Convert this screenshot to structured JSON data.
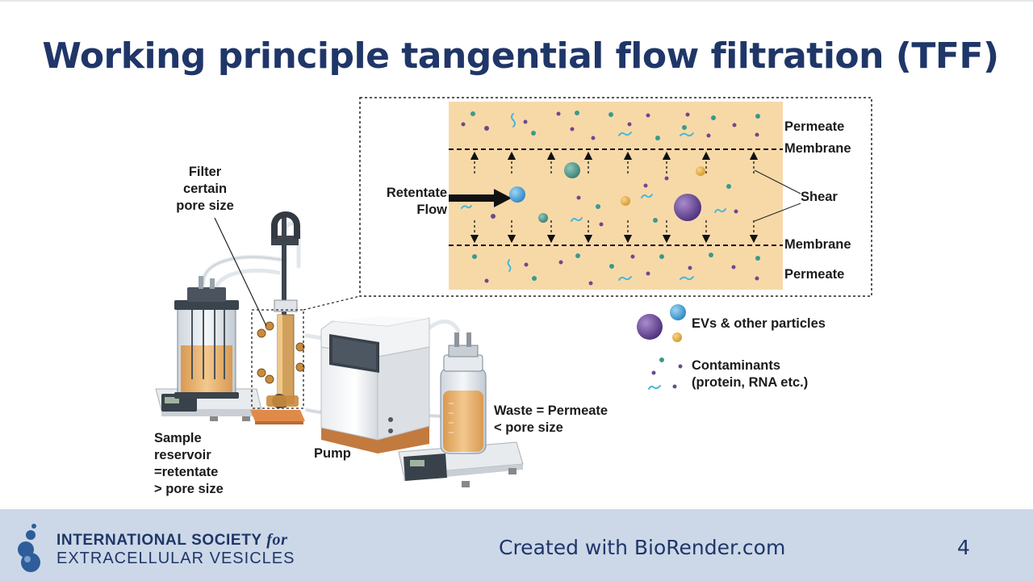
{
  "slide": {
    "title": "Working principle tangential flow filtration (TFF)",
    "page_number": "4"
  },
  "detail": {
    "permeate_top": "Permeate",
    "membrane_top": "Membrane",
    "shear": "Shear",
    "membrane_bottom": "Membrane",
    "permeate_bottom": "Permeate",
    "retentate_flow": [
      "Retentate",
      "Flow"
    ]
  },
  "legend": {
    "evs": "EVs & other particles",
    "contaminants": [
      "Contaminants",
      "(protein, RNA etc.)"
    ]
  },
  "setup": {
    "filter": [
      "Filter",
      "certain",
      "pore size"
    ],
    "sample": [
      "Sample",
      "reservoir",
      "=retentate",
      "> pore size"
    ],
    "pump": "Pump",
    "waste": [
      "Waste = Permeate",
      "< pore size"
    ]
  },
  "footer": {
    "org_line1": "INTERNATIONAL SOCIETY",
    "org_line1_suffix": "for",
    "org_line2": "EXTRACELLULAR VESICLES",
    "credit": "Created with BioRender.com"
  },
  "colors": {
    "title": "#1f3668",
    "footer_bg": "#ccd8e8",
    "channel_bg": "#f7d9a8",
    "ev_purple": "#6b4a9a",
    "ev_blue": "#4aa3d8",
    "ev_gold": "#e8b347",
    "contaminant_teal": "#3a9a8a",
    "contaminant_purple": "#6a4a8e",
    "rna_cyan": "#4ab8d8"
  },
  "icons": [
    "isev-logo-icon",
    "retentate-arrow-icon",
    "membrane-line-icon",
    "peristaltic-pump-icon",
    "reservoir-icon",
    "scale-icon",
    "waste-bottle-icon",
    "filter-column-icon"
  ]
}
